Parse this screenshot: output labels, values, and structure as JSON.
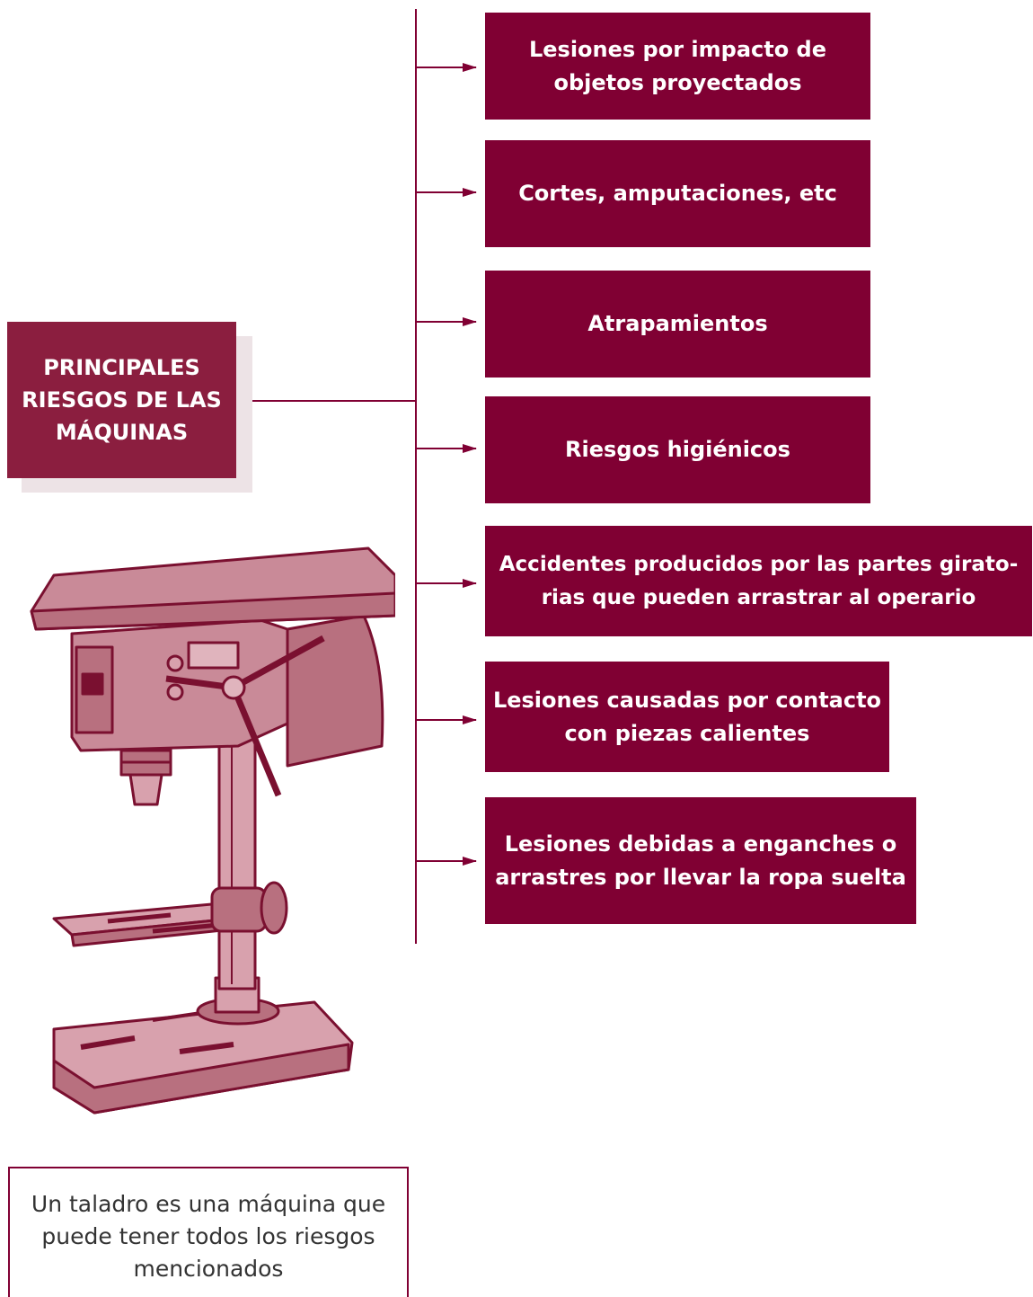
{
  "diagram": {
    "main_title": "PRINCIPALES RIESGOS DE LAS MÁQUINAS",
    "risks": [
      {
        "label": "Lesiones por impacto de objetos proyectados"
      },
      {
        "label": "Cortes, amputaciones, etc"
      },
      {
        "label": "Atrapamientos"
      },
      {
        "label": "Riesgos higiénicos"
      },
      {
        "label": "Accidentes producidos por las partes girato-rias que pueden arrastrar al operario"
      },
      {
        "label": "Lesiones causadas por contacto con piezas calientes"
      },
      {
        "label": "Lesiones debidas a enganches o arrastres por llevar la ropa suelta"
      }
    ],
    "caption": "Un taladro es una máquina que puede tener todos los riesgos mencionados",
    "illustration": "drill-press-icon"
  },
  "colors": {
    "accent": "#800033",
    "main_box": "#8b1e3f",
    "drill_fill": "#c98a98",
    "drill_stroke": "#7a1030"
  }
}
